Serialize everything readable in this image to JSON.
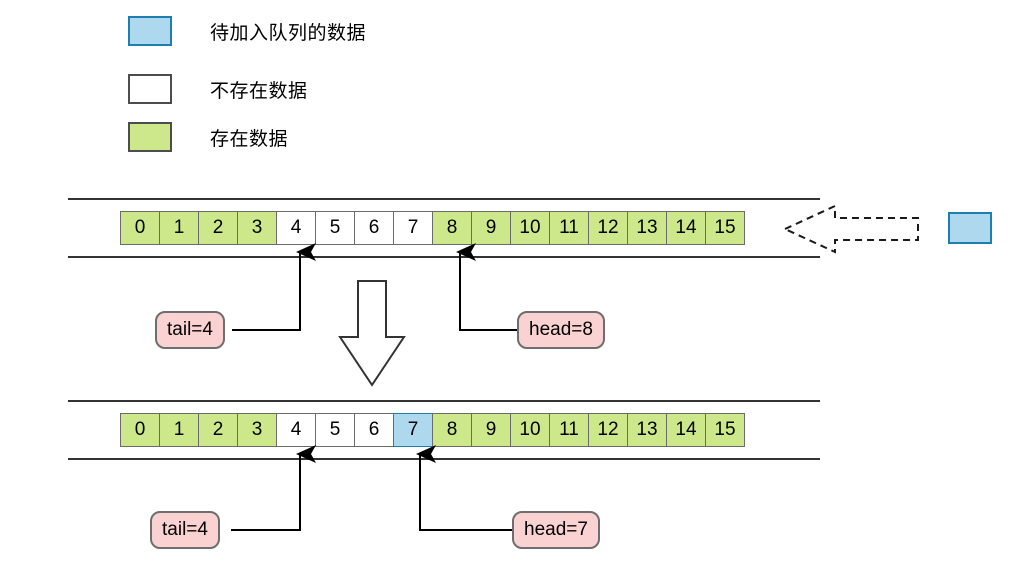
{
  "legend": {
    "items": [
      {
        "swatch": "blue",
        "label": "待加入队列的数据"
      },
      {
        "swatch": "white",
        "label": "不存在数据"
      },
      {
        "swatch": "green",
        "label": "存在数据"
      }
    ]
  },
  "colors": {
    "pending_fill": "#aed8ee",
    "pending_border": "#1e7eb0",
    "present_fill": "#cce88b",
    "absent_fill": "#ffffff",
    "cell_border": "#6b6b6b",
    "pointer_fill": "#fbd2d2",
    "pointer_border": "#6e6e6e",
    "rail": "#333333"
  },
  "rows": [
    {
      "id": "before",
      "cells": [
        {
          "index": "0",
          "state": "green"
        },
        {
          "index": "1",
          "state": "green"
        },
        {
          "index": "2",
          "state": "green"
        },
        {
          "index": "3",
          "state": "green"
        },
        {
          "index": "4",
          "state": "white"
        },
        {
          "index": "5",
          "state": "white"
        },
        {
          "index": "6",
          "state": "white"
        },
        {
          "index": "7",
          "state": "white"
        },
        {
          "index": "8",
          "state": "green"
        },
        {
          "index": "9",
          "state": "green"
        },
        {
          "index": "10",
          "state": "green"
        },
        {
          "index": "11",
          "state": "green"
        },
        {
          "index": "12",
          "state": "green"
        },
        {
          "index": "13",
          "state": "green"
        },
        {
          "index": "14",
          "state": "green"
        },
        {
          "index": "15",
          "state": "green"
        }
      ],
      "tail_label": "tail=4",
      "head_label": "head=8",
      "tail_cell": 4,
      "head_cell": 8
    },
    {
      "id": "after",
      "cells": [
        {
          "index": "0",
          "state": "green"
        },
        {
          "index": "1",
          "state": "green"
        },
        {
          "index": "2",
          "state": "green"
        },
        {
          "index": "3",
          "state": "green"
        },
        {
          "index": "4",
          "state": "white"
        },
        {
          "index": "5",
          "state": "white"
        },
        {
          "index": "6",
          "state": "white"
        },
        {
          "index": "7",
          "state": "blue"
        },
        {
          "index": "8",
          "state": "green"
        },
        {
          "index": "9",
          "state": "green"
        },
        {
          "index": "10",
          "state": "green"
        },
        {
          "index": "11",
          "state": "green"
        },
        {
          "index": "12",
          "state": "green"
        },
        {
          "index": "13",
          "state": "green"
        },
        {
          "index": "14",
          "state": "green"
        },
        {
          "index": "15",
          "state": "green"
        }
      ],
      "tail_label": "tail=4",
      "head_label": "head=7",
      "tail_cell": 4,
      "head_cell": 7
    }
  ],
  "incoming": {
    "chip_state": "blue",
    "arrow_style": "dashed-block-arrow-left"
  },
  "transition": {
    "arrow_style": "outline-block-arrow-down"
  }
}
